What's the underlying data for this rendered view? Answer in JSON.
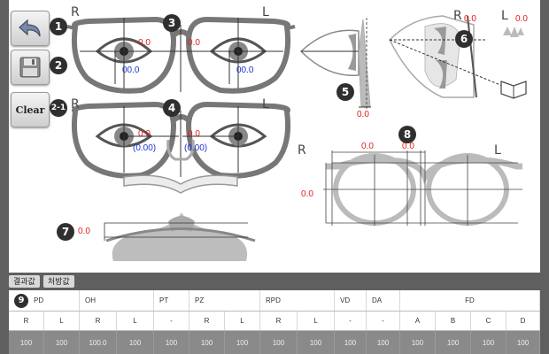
{
  "toolbar": {
    "undo_icon": "undo-arrow-icon",
    "save_icon": "floppy-disk-icon",
    "clear_label": "Clear"
  },
  "badges": {
    "b1": "1",
    "b2": "2",
    "b21": "2-1",
    "b3": "3",
    "b4": "4",
    "b5": "5",
    "b6": "6",
    "b7": "7",
    "b8": "8",
    "b9": "9"
  },
  "glasses_top": {
    "label_r": "R",
    "label_l": "L",
    "pd_r": "0.0",
    "pd_l": "0.0",
    "oh_r": "00.0",
    "oh_l": "00.0"
  },
  "glasses_mid": {
    "label_r": "R",
    "label_l": "L",
    "pd_r": "0.0",
    "pd_l": "0.0",
    "paren_r": "(0.00)",
    "paren_l": "(0.00)"
  },
  "side_view": {
    "vd_value": "0.0"
  },
  "tilt_view": {
    "label_r": "R",
    "label_l": "L",
    "r_value": "0.0",
    "l_value": "0.0"
  },
  "frame_view": {
    "label_r": "R",
    "label_l": "L",
    "width_value": "0.0",
    "bridge_value": "0.0",
    "height_value": "0.0"
  },
  "wrap_view": {
    "value": "0.0"
  },
  "tabs": [
    {
      "label": "결과값"
    },
    {
      "label": "처방값"
    }
  ],
  "table": {
    "badge": "9",
    "groups": [
      "PD",
      "OH",
      "PT",
      "PZ",
      "RPD",
      "VD",
      "DA",
      "FD"
    ],
    "subheaders": [
      "R",
      "L",
      "R",
      "L",
      "-",
      "R",
      "L",
      "R",
      "L",
      "-",
      "-",
      "A",
      "B",
      "C",
      "D"
    ],
    "values": [
      "100",
      "100",
      "100.0",
      "100",
      "100",
      "100",
      "100",
      "100",
      "100",
      "100",
      "100",
      "100",
      "100",
      "100",
      "100"
    ]
  },
  "colors": {
    "frame": "#7a7a7a",
    "value_red": "#e02020",
    "value_blue": "#1a33cc",
    "background": "#5f5f5f"
  }
}
